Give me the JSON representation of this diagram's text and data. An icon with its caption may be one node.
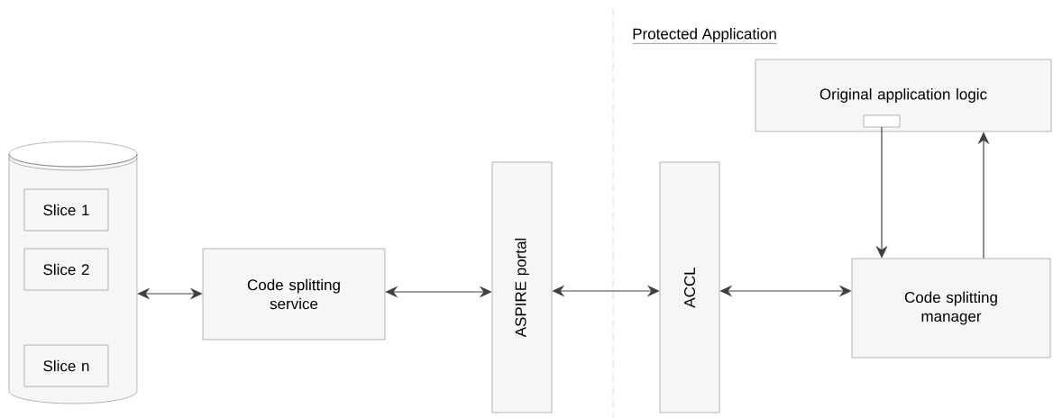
{
  "diagram": {
    "nodes": [
      {
        "text": [],
        "shape": "cylinder"
      },
      {
        "text": [
          "Slice 1"
        ],
        "in": 0
      },
      {
        "text": [
          "Slice 2"
        ],
        "in": 0
      },
      {
        "text": [
          "Slice n"
        ],
        "in": 0
      },
      {
        "text": [
          "Code splitting service"
        ]
      },
      {
        "text": [
          "ASPIRE portal"
        ]
      },
      {
        "text": [
          "ACCL"
        ]
      },
      {
        "text": [
          "Original application logic"
        ]
      },
      {
        "text": [],
        "shape": "box",
        "in": 7
      },
      {
        "text": [
          "Code splitting manager"
        ]
      }
    ],
    "edges": [
      {
        "from": 0,
        "to": 4,
        "arrow": "both"
      },
      {
        "from": 4,
        "to": 5,
        "arrow": "both"
      },
      {
        "from": 5,
        "to": 6,
        "arrow": "both"
      },
      {
        "from": 6,
        "to": 9,
        "arrow": "both"
      },
      {
        "from": 8,
        "to": 9,
        "arrow": "to"
      },
      {
        "from": 9,
        "to": 7,
        "arrow": "to"
      }
    ],
    "labels": [
      "Protected Application"
    ]
  }
}
